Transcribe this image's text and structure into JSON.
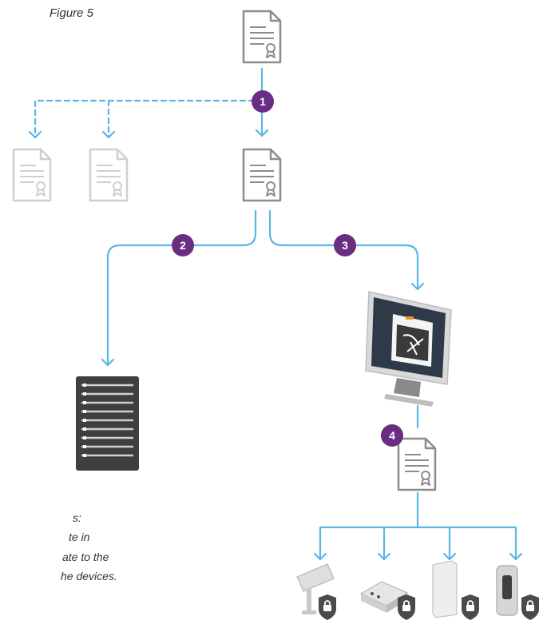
{
  "figure": {
    "caption": "Figure 5"
  },
  "steps": [
    {
      "label": "1"
    },
    {
      "label": "2"
    },
    {
      "label": "3"
    },
    {
      "label": "4"
    }
  ],
  "legend": {
    "lines": [
      "s:",
      "te in",
      "ate to the",
      "he devices."
    ]
  },
  "colors": {
    "connector": "#5bb6e3",
    "badge": "#6b2d83",
    "document": "#8c8c8c",
    "document_faded": "#cfcfcf",
    "server": "#3f3f3f",
    "monitor_frame": "#d9d9d9",
    "lock": "#4a4a4a"
  },
  "icons": [
    "certificate-icon",
    "server-rack-icon",
    "monitor-icon",
    "bullet-camera-icon",
    "dome-camera-icon",
    "box-device-icon",
    "door-reader-icon",
    "lock-icon"
  ]
}
